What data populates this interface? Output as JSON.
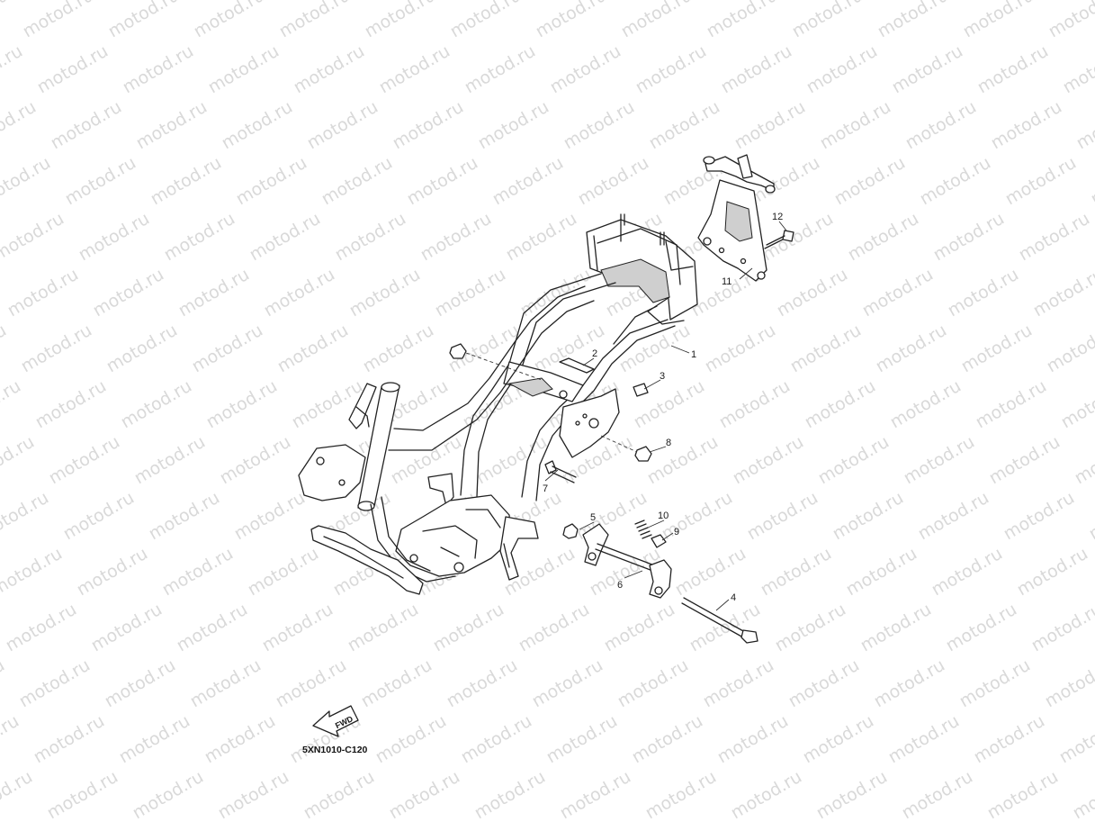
{
  "watermark": {
    "text": "motod.ru",
    "color": "#d9d9d9"
  },
  "callouts": [
    {
      "id": "1",
      "label": "1"
    },
    {
      "id": "2",
      "label": "2"
    },
    {
      "id": "3",
      "label": "3"
    },
    {
      "id": "4",
      "label": "4"
    },
    {
      "id": "5",
      "label": "5"
    },
    {
      "id": "6",
      "label": "6"
    },
    {
      "id": "7",
      "label": "7"
    },
    {
      "id": "8",
      "label": "8"
    },
    {
      "id": "9",
      "label": "9"
    },
    {
      "id": "10",
      "label": "10"
    },
    {
      "id": "11",
      "label": "11"
    },
    {
      "id": "12",
      "label": "12"
    }
  ],
  "fwd_badge": {
    "label": "FWD",
    "icon": "fwd-arrow-icon"
  },
  "diagram_code": "5XN1010-C120"
}
